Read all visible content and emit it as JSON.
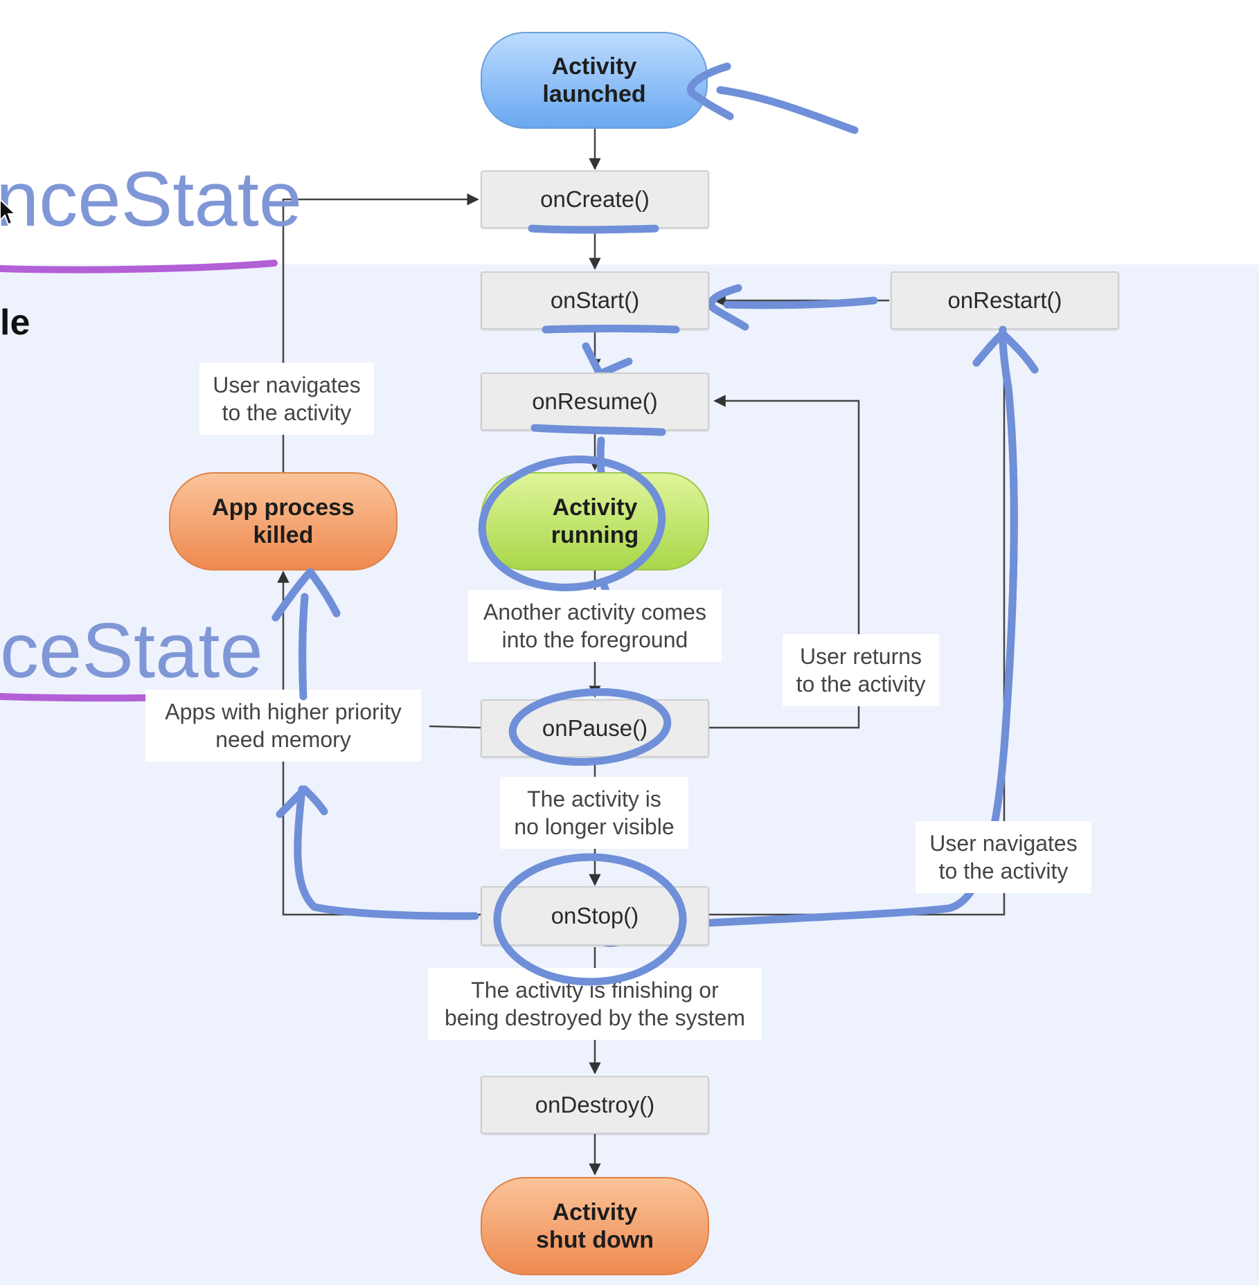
{
  "background_text": {
    "fragment_top": "nceState",
    "fragment_mid": "le",
    "fragment_bottom": "ceState"
  },
  "nodes": {
    "activity_launched": "Activity\nlaunched",
    "on_create": "onCreate()",
    "on_start": "onStart()",
    "on_restart": "onRestart()",
    "on_resume": "onResume()",
    "activity_running": "Activity\nrunning",
    "app_process_killed": "App process\nkilled",
    "on_pause": "onPause()",
    "on_stop": "onStop()",
    "on_destroy": "onDestroy()",
    "activity_shut_down": "Activity\nshut down"
  },
  "labels": {
    "user_navigates_top": "User navigates\nto the activity",
    "another_activity": "Another activity comes\ninto the foreground",
    "user_returns": "User returns\nto the activity",
    "apps_higher_priority": "Apps with higher priority\nneed memory",
    "no_longer_visible": "The activity is\nno longer visible",
    "user_navigates_right": "User navigates\nto the activity",
    "finishing": "The activity is finishing or\nbeing destroyed by the system"
  },
  "colors": {
    "annotation_blue": "#6f8fd8",
    "annotation_purple": "#b35fd6",
    "launched_blue": "#6aa8f0",
    "running_green": "#a9d74a",
    "killed_orange": "#ee8a50"
  }
}
